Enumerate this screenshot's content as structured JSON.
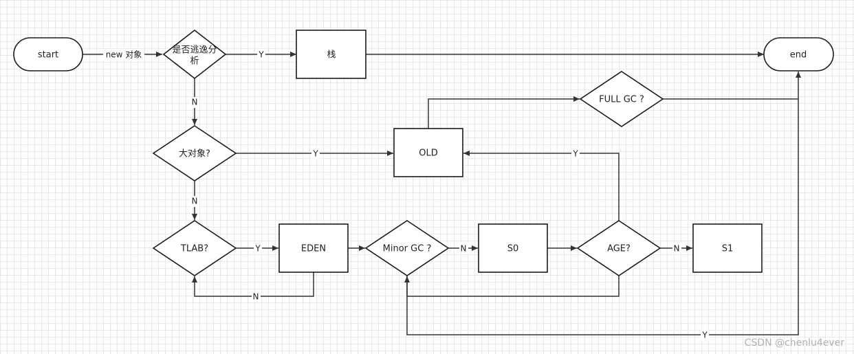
{
  "nodes": {
    "start": "start",
    "end": "end",
    "escape_line1": "是否逃逸分",
    "escape_line2": "析",
    "stack": "栈",
    "big_object": "大对象?",
    "old": "OLD",
    "full_gc": "FULL GC ?",
    "tlab": "TLAB?",
    "eden": "EDEN",
    "minor_gc": "Minor GC ?",
    "s0": "S0",
    "age": "AGE?",
    "s1": "S1"
  },
  "edge_labels": {
    "new_object": "new 对象",
    "escape_yes": "Y",
    "escape_no": "N",
    "big_yes": "Y",
    "big_no": "N",
    "tlab_yes": "Y",
    "tlab_no": "N",
    "minor_no": "N",
    "age_no": "N",
    "age_yes": "Y",
    "minor_yes": "Y"
  },
  "watermark": "CSDN @chenlu4ever"
}
